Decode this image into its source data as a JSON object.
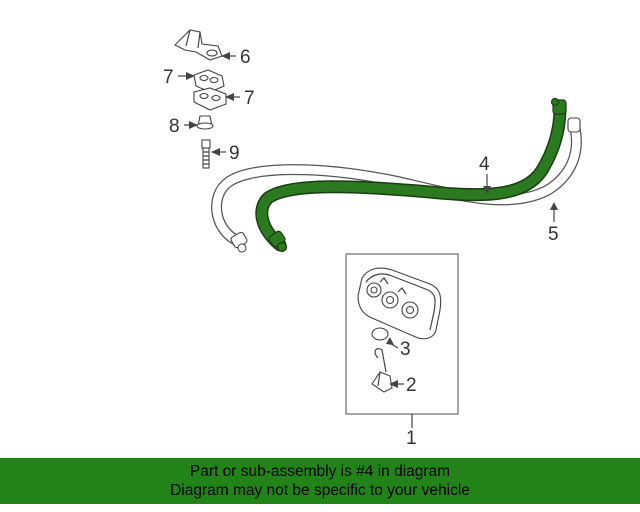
{
  "diagram": {
    "callouts": {
      "c1": "1",
      "c2": "2",
      "c3": "3",
      "c4": "4",
      "c5": "5",
      "c6": "6",
      "c7a": "7",
      "c7b": "7",
      "c8": "8",
      "c9": "9"
    },
    "colors": {
      "highlight_part": "#2b7a1f",
      "line": "#444444"
    }
  },
  "banner": {
    "line1": "Part or sub-assembly is #4 in diagram",
    "line2": "Diagram may not be specific to your vehicle",
    "color": "#218318"
  }
}
